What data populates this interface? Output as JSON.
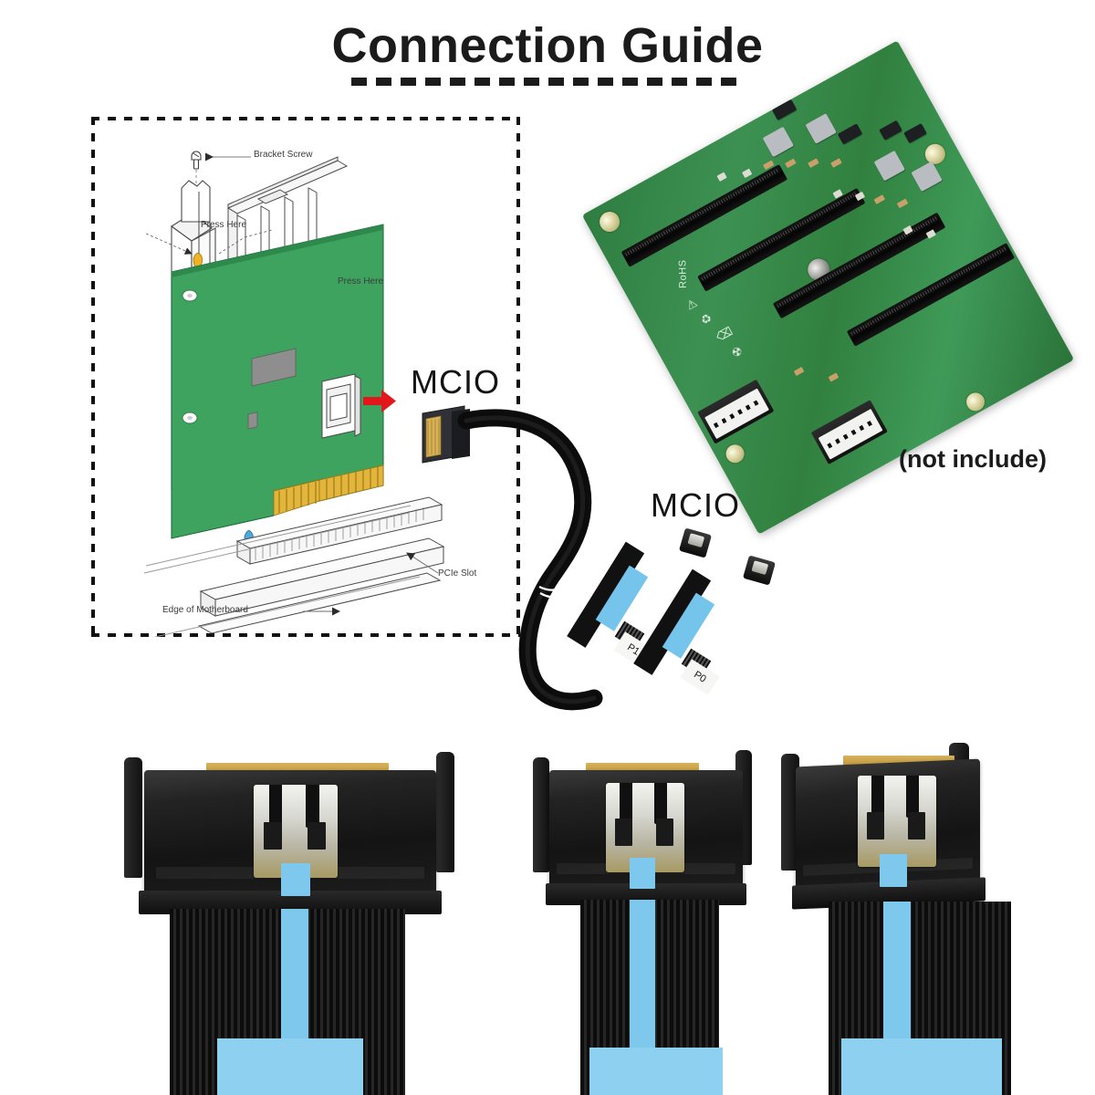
{
  "header": {
    "title": "Connection Guide",
    "divider_style": "dashed"
  },
  "diagram": {
    "name": "pcie-riser-installation-diagram",
    "border": "dashed",
    "labels": {
      "bracket_screw": "Bracket Screw",
      "press_here_top": "Press Here",
      "press_here_right": "Press Here",
      "pcie_slot": "PCIe Slot",
      "edge_of_motherboard": "Edge of Motherboard"
    },
    "colors": {
      "card_green": "#3da35f",
      "gold_fingers": "#e3b53a",
      "press_tab_yellow": "#f0b323",
      "arrow_red": "#e3161c",
      "line_art": "#3c3c3c"
    }
  },
  "callouts": {
    "mcio_card": "MCIO",
    "mcio_cables": "MCIO",
    "not_include": "(not include)"
  },
  "pcb": {
    "name": "pcie-backplane-board",
    "silkscreen": [
      "RoHS"
    ],
    "slot_count": 4,
    "mcio_connector_count": 2,
    "colors": {
      "board_green": "#358347",
      "slot_black": "#0d0d0d",
      "pad_gold": "#c9a06a"
    }
  },
  "cables": {
    "labels": [
      "P1",
      "P0"
    ],
    "colors": {
      "jacket_black": "#111111",
      "stripe_blue": "#74c4ec",
      "tag_white": "#f6f6f4"
    }
  },
  "connector_photos": [
    {
      "name": "mcio-connector-front-view",
      "caption": ""
    },
    {
      "name": "mcio-connector-narrow-view",
      "caption": ""
    },
    {
      "name": "mcio-connector-angled-view",
      "caption": ""
    }
  ],
  "colors": {
    "background": "#ffffff",
    "text": "#1b1b1b",
    "accent_blue": "#7ec8ee",
    "accent_green": "#358347"
  }
}
